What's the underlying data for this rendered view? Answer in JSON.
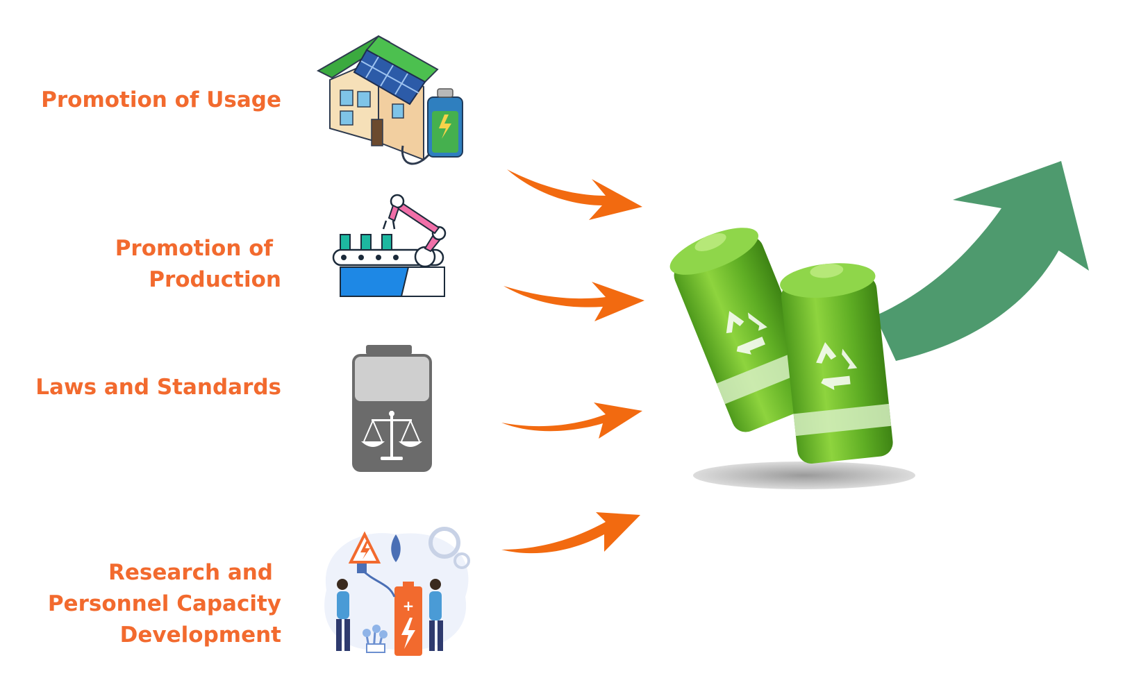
{
  "labels": {
    "usage": "Promotion of Usage",
    "production_line1": "Promotion of",
    "production_line2": "Production",
    "laws": "Laws and Standards",
    "research_line1": "Research and",
    "research_line2": "Personnel Capacity",
    "research_line3": "Development"
  },
  "icons": {
    "usage": "solar-house-battery-icon",
    "production": "robot-arm-assembly-icon",
    "laws": "battery-scales-icon",
    "research": "people-battery-research-icon",
    "result": "recycle-batteries-icon",
    "growth": "growth-arrow-icon"
  },
  "colors": {
    "label": "#F26A2E",
    "arrow": "#F26A10",
    "growth_arrow": "#4E9A6E",
    "battery_green": "#6BB82C"
  }
}
